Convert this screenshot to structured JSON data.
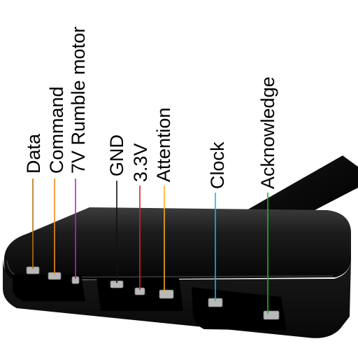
{
  "pins": [
    {
      "label": "Data",
      "color": "#b5730f"
    },
    {
      "label": "Command",
      "color": "#f08a1e"
    },
    {
      "label": "7V Rumble motor",
      "color": "#c020c0"
    },
    {
      "label": "GND",
      "color": "#111111"
    },
    {
      "label": "3.3V",
      "color": "#e02020"
    },
    {
      "label": "Attention",
      "color": "#f0b020"
    },
    {
      "label": "Clock",
      "color": "#20b0e0"
    },
    {
      "label": "Acknowledge",
      "color": "#22b322"
    }
  ],
  "colors": {
    "connector_body": "#111111",
    "connector_highlight": "#3a3a3a",
    "cable": "#0c0c0c",
    "contact": "#b9b9b9"
  }
}
